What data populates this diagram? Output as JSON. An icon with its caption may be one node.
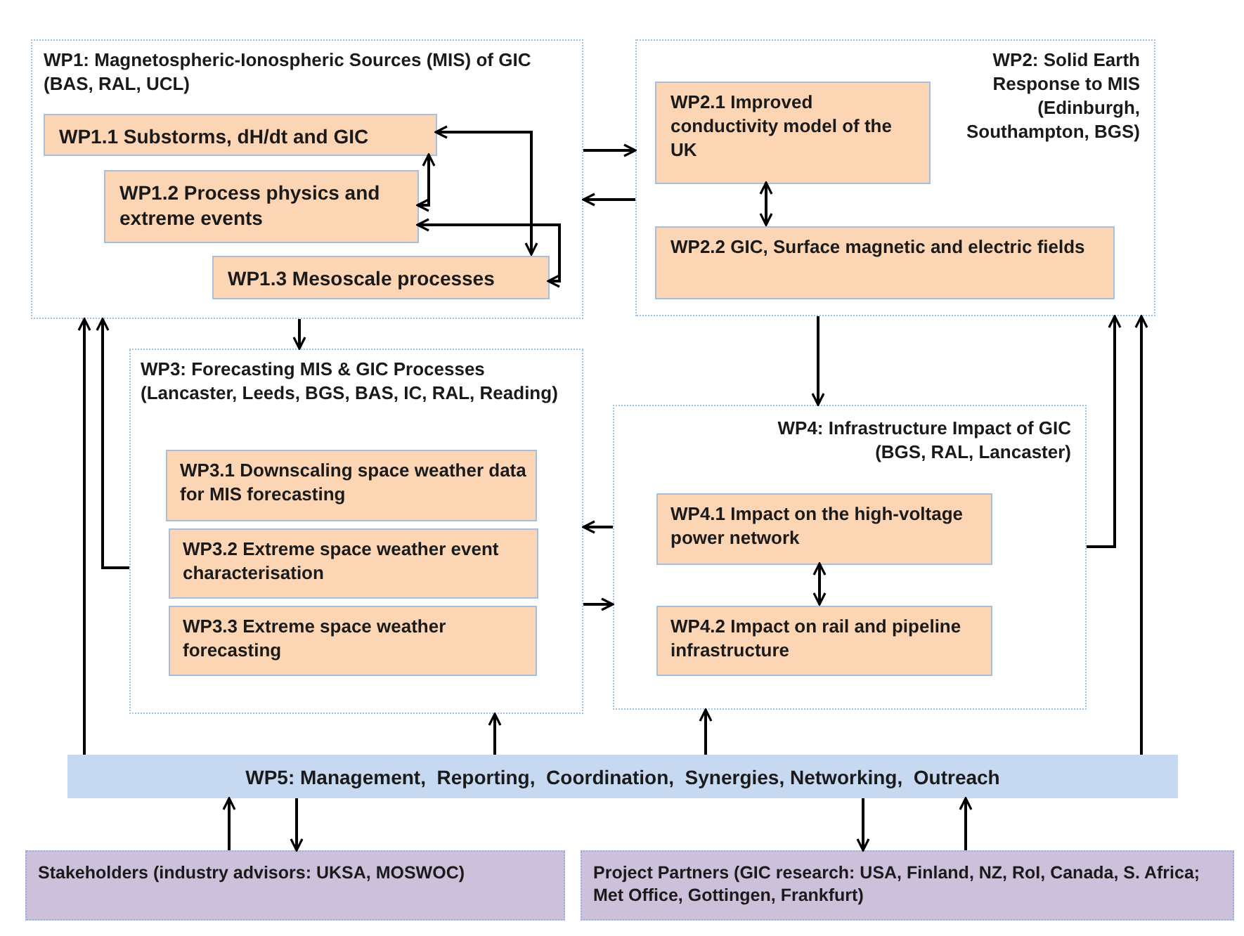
{
  "diagram": {
    "nodes": [
      {
        "text": [
          "WP1: Magnetospheric-Ionospheric Sources (MIS) of GIC (BAS, RAL, UCL)"
        ]
      },
      {
        "text": [
          "WP1.1 Substorms, dH/dt and GIC"
        ],
        "in": 0
      },
      {
        "text": [
          "WP1.2 Process physics and extreme events"
        ],
        "in": 0
      },
      {
        "text": [
          "WP1.3 Mesoscale processes"
        ],
        "in": 0
      },
      {
        "text": [
          "WP2: Solid Earth Response to MIS (Edinburgh, Southampton, BGS)"
        ]
      },
      {
        "text": [
          "WP2.1 Improved conductivity model of the UK"
        ],
        "in": 4
      },
      {
        "text": [
          "WP2.2 GIC, Surface magnetic and electric fields"
        ],
        "in": 4
      },
      {
        "text": [
          "WP3: Forecasting MIS & GIC Processes (Lancaster, Leeds, BGS, BAS, IC, RAL, Reading)"
        ]
      },
      {
        "text": [
          "WP3.1 Downscaling space weather data for MIS forecasting"
        ],
        "in": 7
      },
      {
        "text": [
          "WP3.2 Extreme space weather event characterisation"
        ],
        "in": 7
      },
      {
        "text": [
          "WP3.3 Extreme space weather forecasting"
        ],
        "in": 7
      },
      {
        "text": [
          "WP4: Infrastructure Impact of GIC (BGS, RAL, Lancaster)"
        ]
      },
      {
        "text": [
          "WP4.1 Impact on the high-voltage power network"
        ],
        "in": 11
      },
      {
        "text": [
          "WP4.2 Impact on rail and pipeline infrastructure"
        ],
        "in": 11
      },
      {
        "text": [
          "WP5: Management,  Reporting,  Coordination,  Synergies, Networking,  Outreach"
        ]
      },
      {
        "text": [
          "Stakeholders (industry advisors: UKSA, MOSWOC)"
        ]
      },
      {
        "text": [
          "Project Partners (GIC research: USA, Finland, NZ, RoI, Canada, S. Africa; Met Office, Gottingen, Frankfurt)"
        ]
      }
    ],
    "edges": [
      {
        "from": 1,
        "to": 3,
        "arrow": "both"
      },
      {
        "from": 2,
        "to": 1,
        "arrow": "both"
      },
      {
        "from": 2,
        "to": 3,
        "arrow": "both"
      },
      {
        "from": 0,
        "to": 4,
        "arrow": "to"
      },
      {
        "from": 4,
        "to": 0,
        "arrow": "to"
      },
      {
        "from": 5,
        "to": 6,
        "arrow": "both"
      },
      {
        "from": 0,
        "to": 7,
        "arrow": "to"
      },
      {
        "from": 4,
        "to": 11,
        "arrow": "to"
      },
      {
        "from": 11,
        "to": 7,
        "arrow": "to"
      },
      {
        "from": 7,
        "to": 11,
        "arrow": "to"
      },
      {
        "from": 12,
        "to": 13,
        "arrow": "both"
      },
      {
        "from": 11,
        "to": 4,
        "arrow": "to"
      },
      {
        "from": 14,
        "to": 4,
        "arrow": "to"
      },
      {
        "from": 14,
        "to": 0,
        "arrow": "to"
      },
      {
        "from": 7,
        "to": 0,
        "arrow": "to"
      },
      {
        "from": 14,
        "to": 7,
        "arrow": "to"
      },
      {
        "from": 14,
        "to": 11,
        "arrow": "to"
      },
      {
        "from": 15,
        "to": 14,
        "arrow": "to"
      },
      {
        "from": 14,
        "to": 15,
        "arrow": "to"
      },
      {
        "from": 14,
        "to": 16,
        "arrow": "to"
      },
      {
        "from": 16,
        "to": 14,
        "arrow": "to"
      }
    ]
  }
}
